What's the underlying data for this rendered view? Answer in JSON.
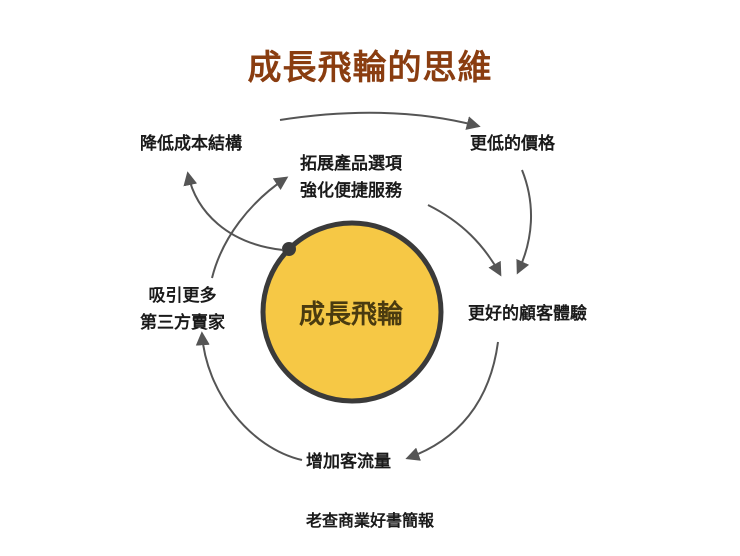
{
  "title": "成長飛輪的思維",
  "center": "成長飛輪",
  "nodes": {
    "reduce_cost": "降低成本結構",
    "expand_line1": "拓展產品選項",
    "expand_line2": "強化便捷服務",
    "lower_price": "更低的價格",
    "better_exp": "更好的顧客體驗",
    "traffic": "增加客流量",
    "sellers_line1": "吸引更多",
    "sellers_line2": "第三方賣家"
  },
  "footer": "老查商業好書簡報",
  "colors": {
    "title": "#8a3d10",
    "wheel_fill": "#f6c845",
    "wheel_stroke": "#3a3a3a",
    "arrow": "#555555",
    "dot": "#3a3a3a"
  }
}
